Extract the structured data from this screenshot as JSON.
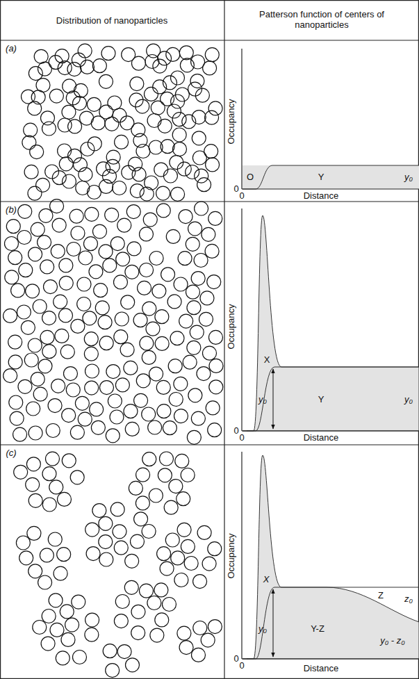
{
  "diagram": {
    "labels": [
      "Distribution of nanoparticles",
      "Patterson function of centers of nanoparticles",
      "(a)",
      "Occupancy",
      "O",
      "Y",
      "y₀",
      "0",
      "0",
      "Distance",
      "(b)",
      "Occupancy",
      "X",
      "y₀",
      "Y",
      "y₀",
      "0",
      "0",
      "Distance",
      "(c)",
      "Occupancy",
      "X",
      "Z",
      "z₀",
      "y₀",
      "Y-Z",
      "y₀ - z₀",
      "0",
      "0",
      "Distance"
    ]
  }
}
